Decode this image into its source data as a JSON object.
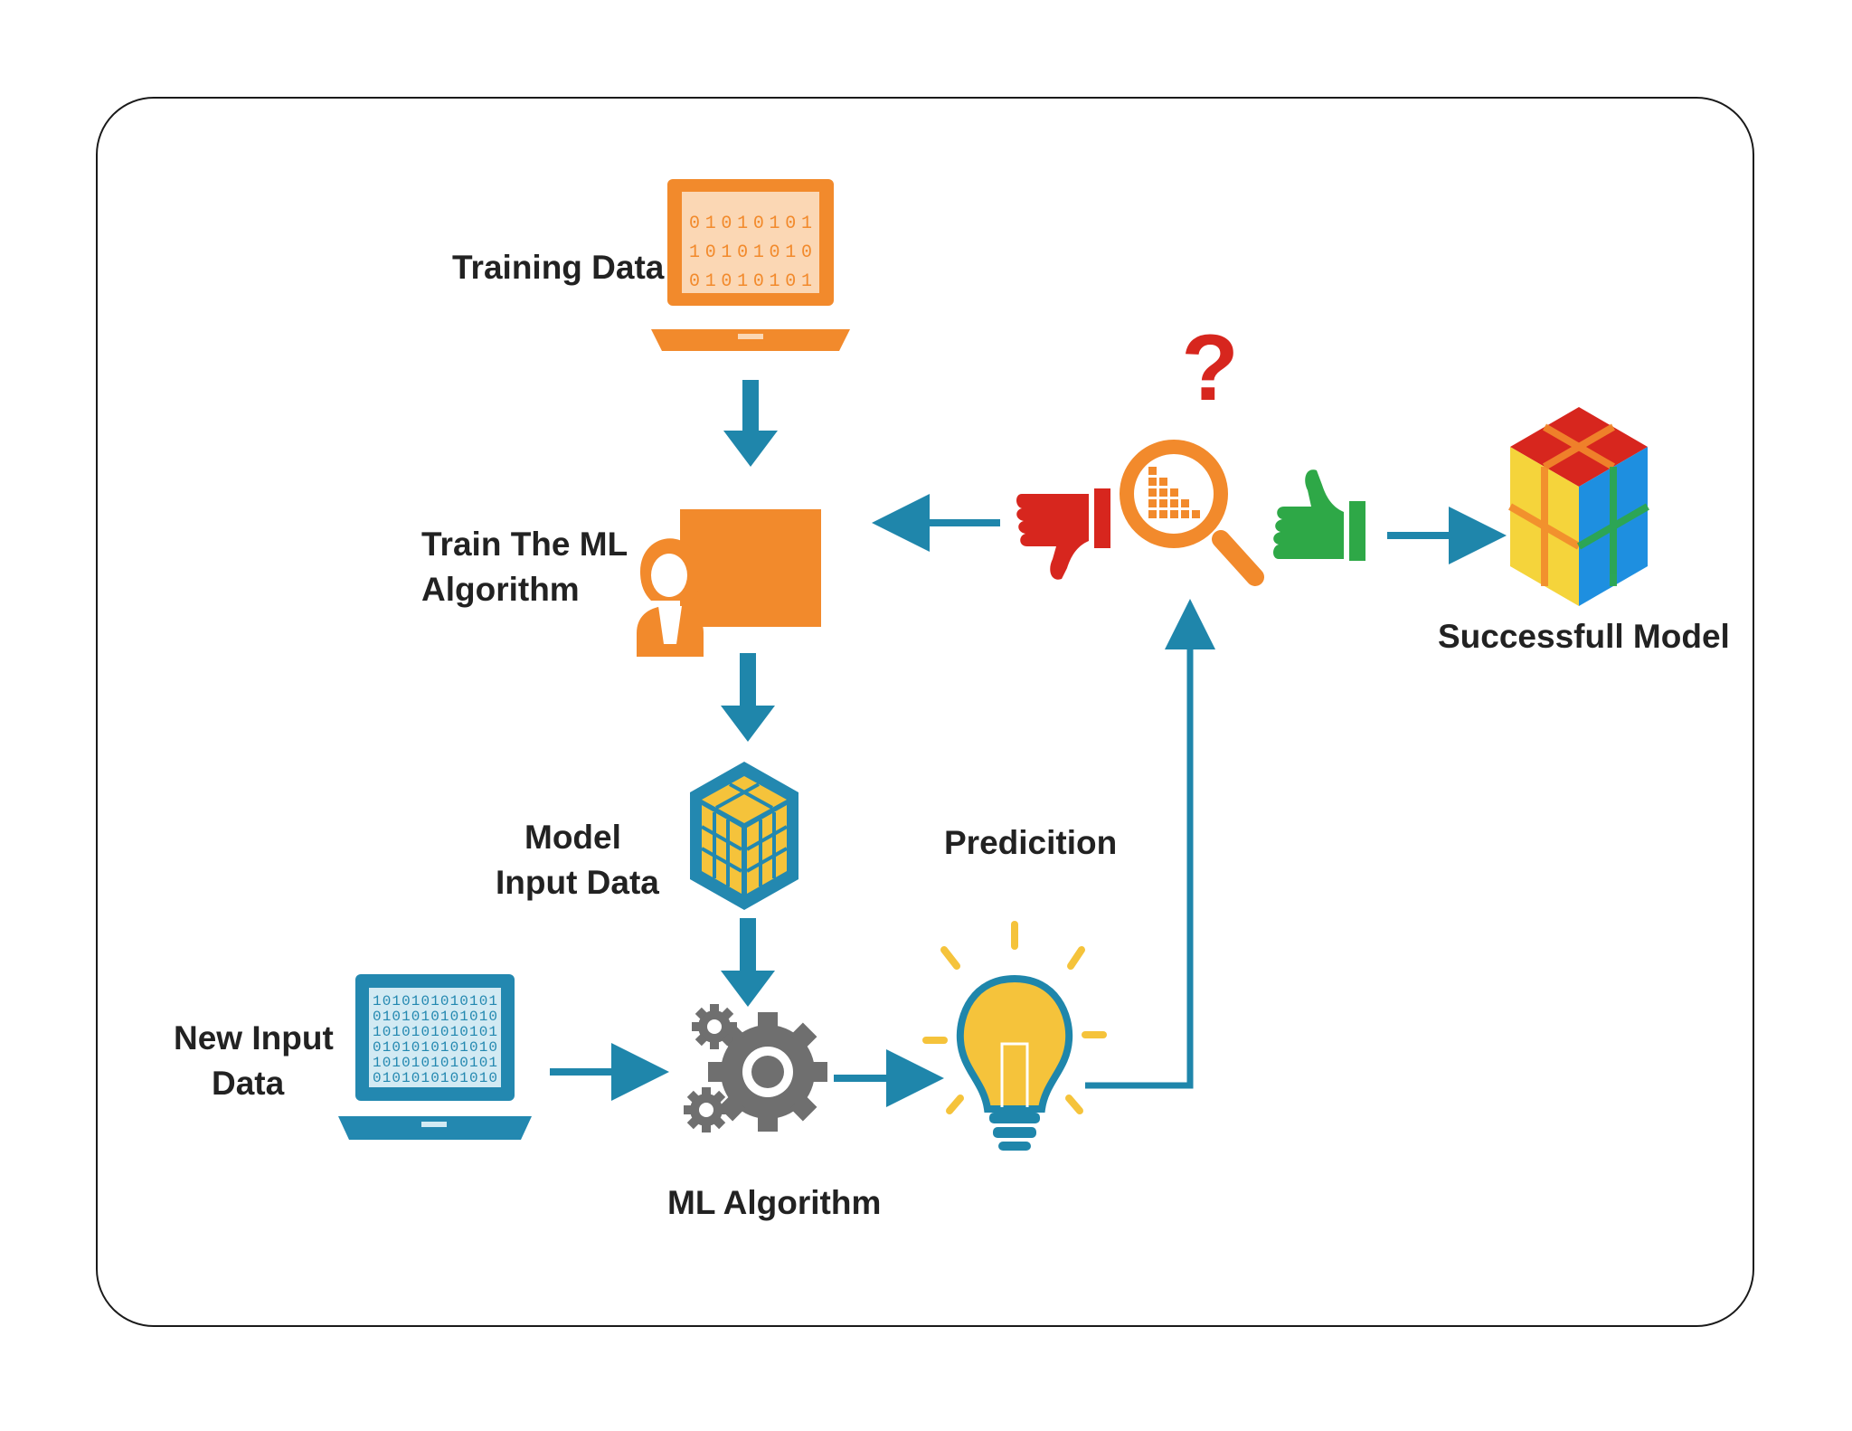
{
  "labels": {
    "training_data": "Training Data",
    "train_ml_line1": "Train The  ML",
    "train_ml_line2": "Algorithm",
    "model_input_line1": "Model",
    "model_input_line2": "Input Data",
    "new_input_line1": "New Input",
    "new_input_line2": "Data",
    "ml_algorithm": "ML  Algorithm",
    "prediction": "Predicition",
    "successful_model": "Successfull Model"
  },
  "question_mark": "?",
  "binary_rows": {
    "training": [
      "01010101",
      "10101010",
      "01010101"
    ],
    "new_input": [
      "1010101010101",
      "0101010101010",
      "1010101010101",
      "0101010101010",
      "1010101010101",
      "0101010101010"
    ]
  },
  "icons": {
    "training_laptop": "laptop-binary-icon",
    "trainer": "presenter-board-icon",
    "model_cube": "data-cube-icon",
    "new_input_laptop": "laptop-binary-icon",
    "gears": "gears-icon",
    "bulb": "light-bulb-icon",
    "thumbs_down": "thumbs-down-icon",
    "magnifier": "magnifying-glass-icon",
    "thumbs_up": "thumbs-up-icon",
    "model_cube_color": "colored-cube-icon"
  },
  "colors": {
    "orange": "#F28A2C",
    "teal": "#1F86AB",
    "blue_icon": "#2388B0",
    "red": "#D7261E",
    "green": "#2EA847",
    "yellow": "#F5C33B",
    "text": "#222222"
  }
}
